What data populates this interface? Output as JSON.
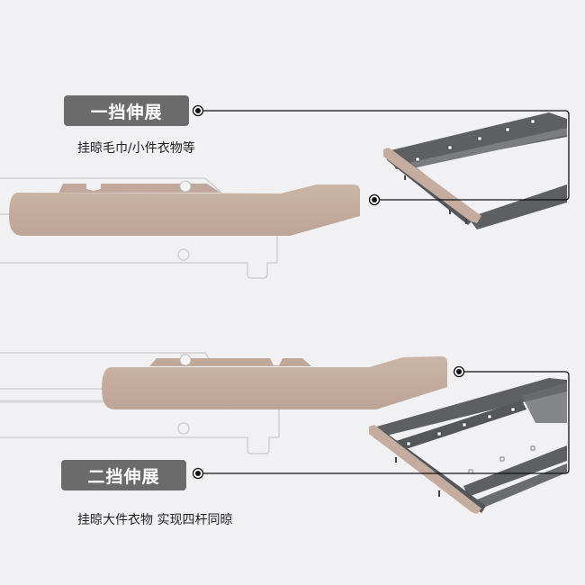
{
  "section1": {
    "title": "一挡伸展",
    "caption": "挂晾毛巾/小件衣物等"
  },
  "section2": {
    "title": "二挡伸展",
    "caption": "挂晾大件衣物 实现四杆同晾"
  },
  "colors": {
    "background": "#f1f1f3",
    "badge": "#6b6b6b",
    "handle": "#c4ad9f",
    "rail": "#5a5c5f",
    "connector": "#111111"
  }
}
